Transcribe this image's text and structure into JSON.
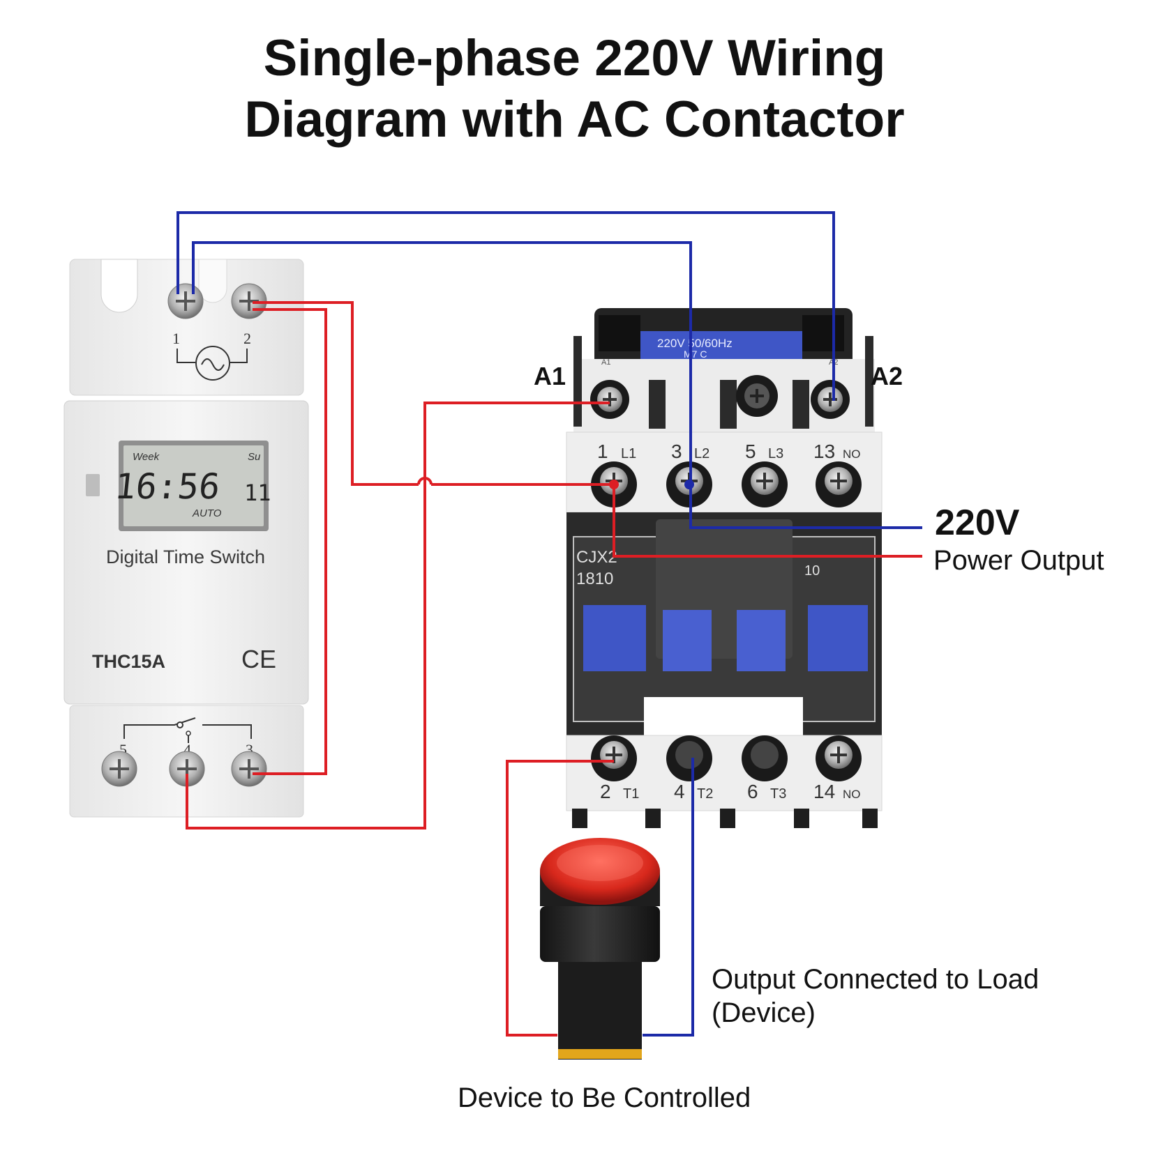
{
  "title": {
    "line1": "Single-phase 220V Wiring",
    "line2": "Diagram with AC Contactor"
  },
  "timer": {
    "name": "Digital Time Switch",
    "model": "THC15A",
    "ce_mark": "CE",
    "lcd": {
      "day_label": "Week",
      "day_right": "Su",
      "time": "16:56",
      "seconds": "11",
      "mode": "AUTO"
    },
    "top_terminals": [
      "1",
      "2"
    ],
    "bottom_terminals": [
      "5",
      "4",
      "3"
    ]
  },
  "contactor": {
    "rating_line1": "220V  50/60Hz",
    "rating_line2": "M7        C",
    "coil_left": "A1",
    "coil_right": "A2",
    "small_coil_left": "A1",
    "small_coil_right": "A2",
    "model_line1": "CJX2",
    "model_line2": "1810",
    "aux_marking": "10",
    "top_terminals": [
      {
        "num": "1",
        "sub": "L1"
      },
      {
        "num": "3",
        "sub": "L2"
      },
      {
        "num": "5",
        "sub": "L3"
      },
      {
        "num": "13",
        "sub": "NO"
      }
    ],
    "bottom_terminals": [
      {
        "num": "2",
        "sub": "T1"
      },
      {
        "num": "4",
        "sub": "T2"
      },
      {
        "num": "6",
        "sub": "T3"
      },
      {
        "num": "14",
        "sub": "NO"
      }
    ]
  },
  "labels": {
    "voltage": "220V",
    "power_output": "Power Output",
    "load_line1": "Output Connected to Load",
    "load_line2": "(Device)",
    "device": "Device to Be Controlled"
  },
  "colors": {
    "live_wire": "#dd1e24",
    "neutral_wire": "#1c2aa8",
    "contactor_blue": "#3f56c6"
  }
}
